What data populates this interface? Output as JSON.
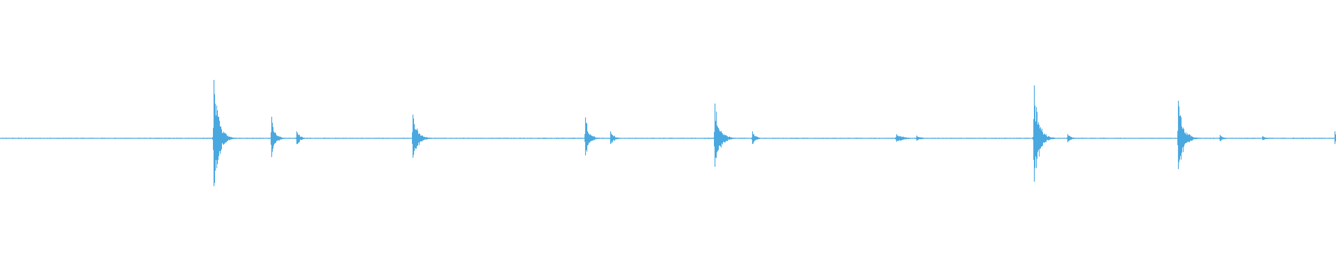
{
  "waveform": {
    "color": "#4aa8e0",
    "baseline_amplitude": 0.006,
    "length": 1,
    "peaks": [
      {
        "t": 0.16,
        "amp": 0.84,
        "width": 0.004
      },
      {
        "t": 0.203,
        "amp": 0.31,
        "width": 0.003
      },
      {
        "t": 0.222,
        "amp": 0.1,
        "width": 0.003
      },
      {
        "t": 0.309,
        "amp": 0.34,
        "width": 0.004
      },
      {
        "t": 0.438,
        "amp": 0.3,
        "width": 0.003
      },
      {
        "t": 0.457,
        "amp": 0.1,
        "width": 0.003
      },
      {
        "t": 0.535,
        "amp": 0.5,
        "width": 0.004
      },
      {
        "t": 0.563,
        "amp": 0.1,
        "width": 0.003
      },
      {
        "t": 0.671,
        "amp": 0.06,
        "width": 0.006
      },
      {
        "t": 0.686,
        "amp": 0.04,
        "width": 0.004
      },
      {
        "t": 0.774,
        "amp": 0.76,
        "width": 0.004
      },
      {
        "t": 0.799,
        "amp": 0.06,
        "width": 0.003
      },
      {
        "t": 0.882,
        "amp": 0.54,
        "width": 0.004
      },
      {
        "t": 0.913,
        "amp": 0.05,
        "width": 0.003
      },
      {
        "t": 0.945,
        "amp": 0.03,
        "width": 0.004
      },
      {
        "t": 0.999,
        "amp": 0.1,
        "width": 0.002
      }
    ]
  }
}
